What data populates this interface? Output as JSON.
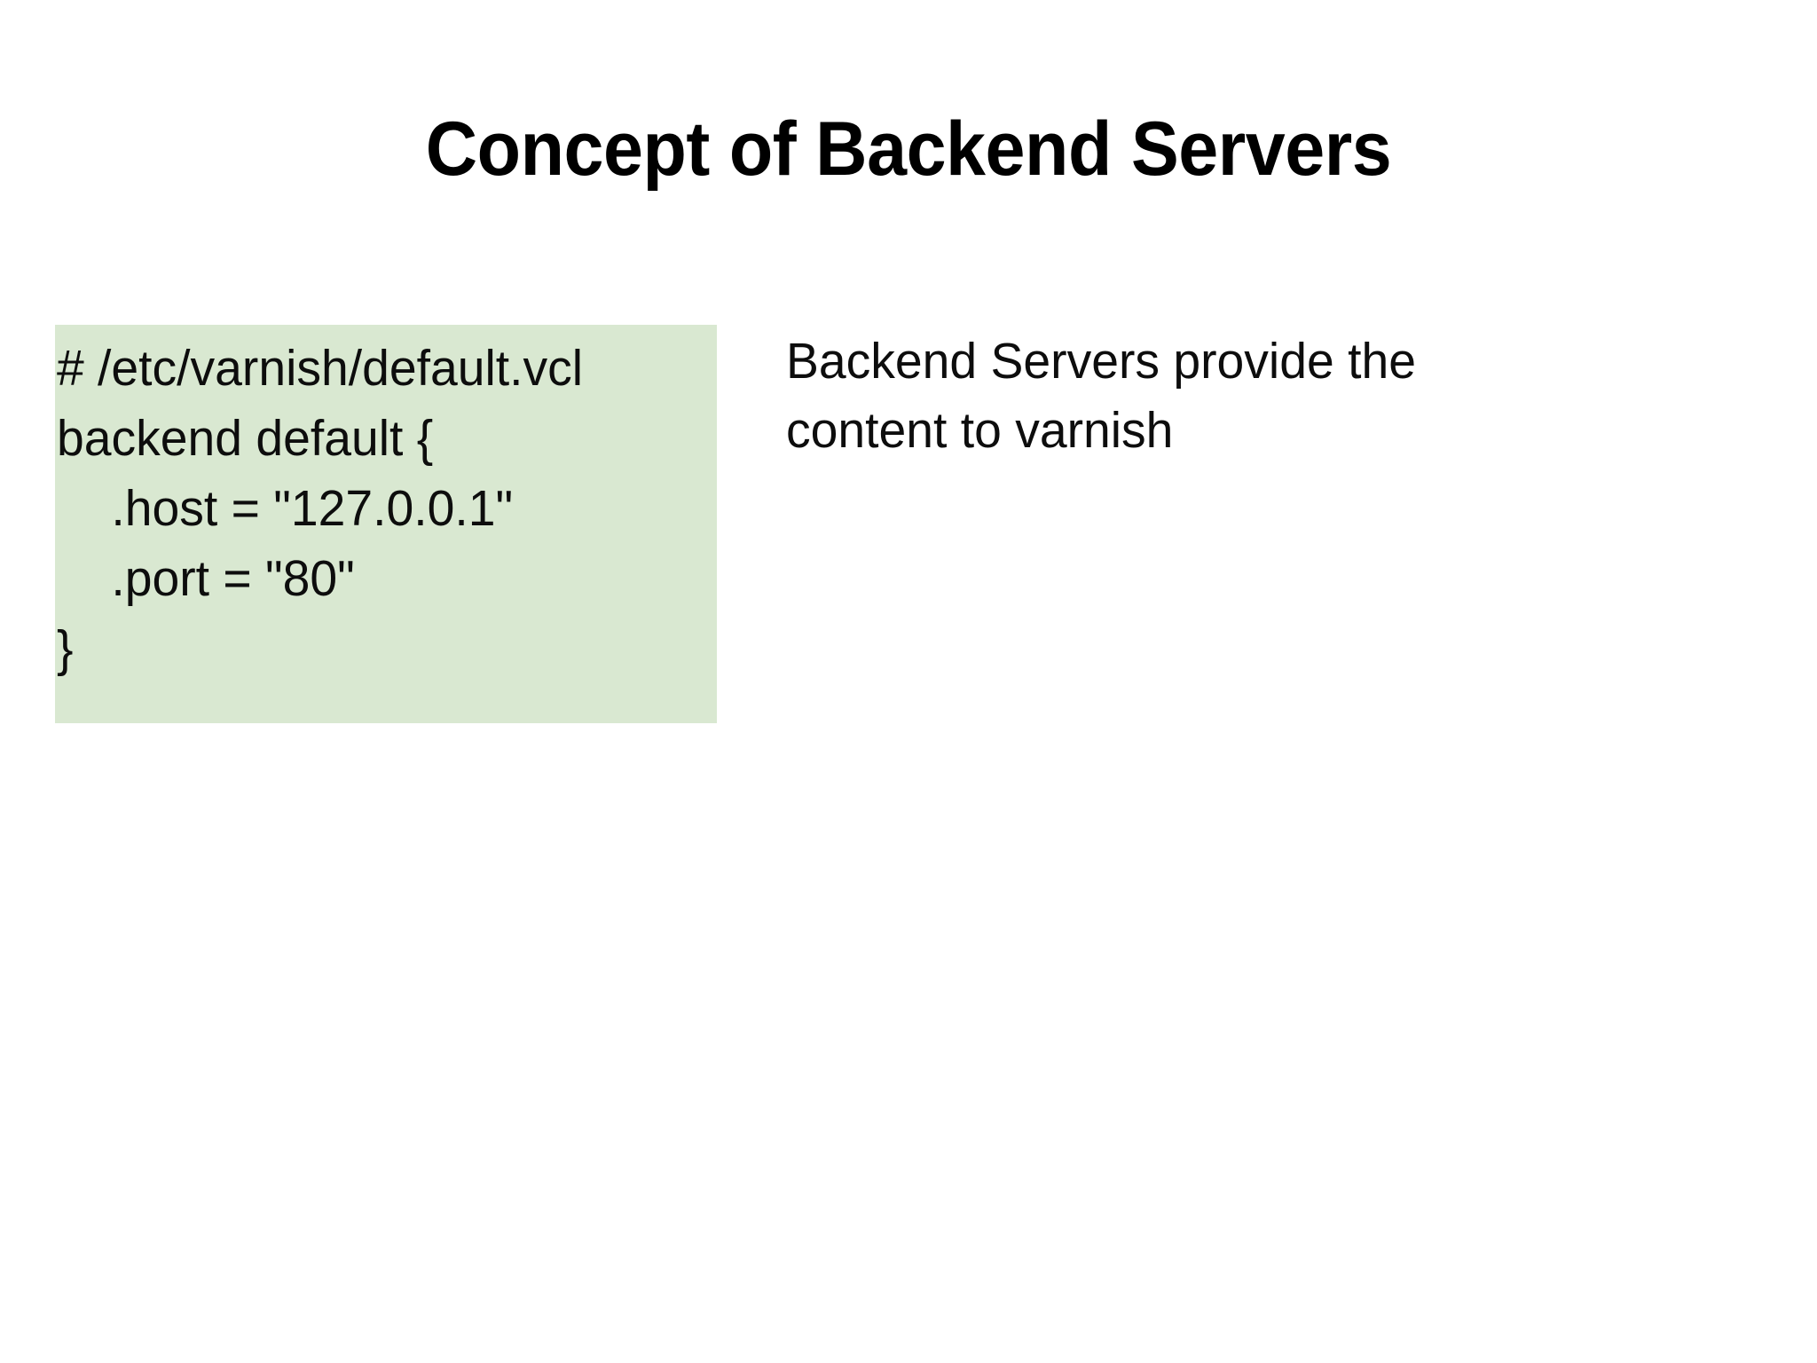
{
  "slide": {
    "title": "Concept of Backend Servers",
    "background_color": "#ffffff",
    "text_color": "#000000"
  },
  "code_block": {
    "background_color": "#d9e8d1",
    "language": "vcl",
    "lines": [
      "# /etc/varnish/default.vcl",
      "backend default {",
      "    .host = \"127.0.0.1\"",
      "    .port = \"80\"",
      "}"
    ]
  },
  "description": {
    "lines": [
      "Backend Servers provide the",
      "content to varnish"
    ],
    "text": "Backend Servers provide the content to varnish"
  }
}
